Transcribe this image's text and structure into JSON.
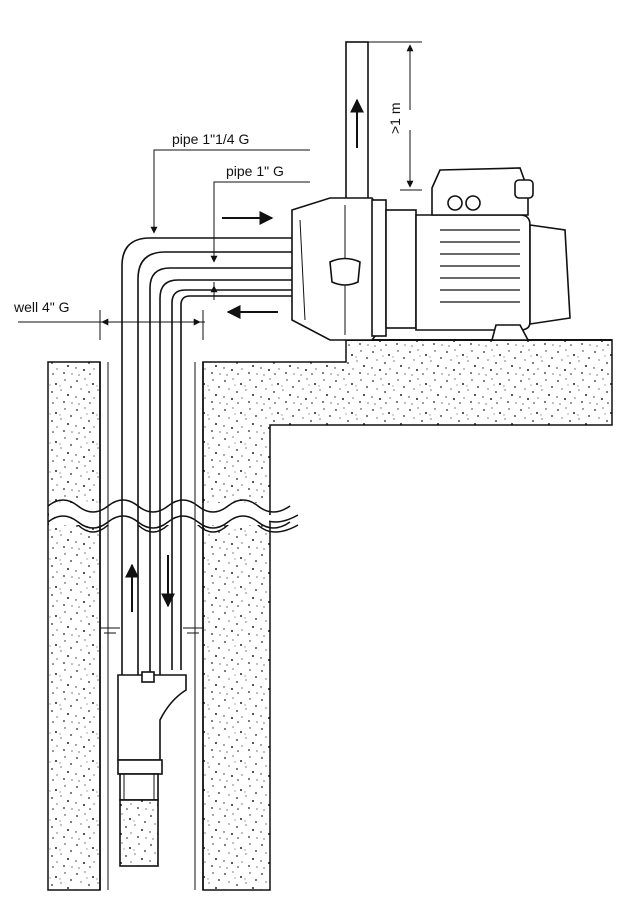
{
  "labels": {
    "pipe_large": "pipe 1\"1/4 G",
    "pipe_small": "pipe 1\" G",
    "well": "well 4\" G",
    "height": ">1 m"
  },
  "colors": {
    "ink": "#111111",
    "paper": "#ffffff"
  }
}
